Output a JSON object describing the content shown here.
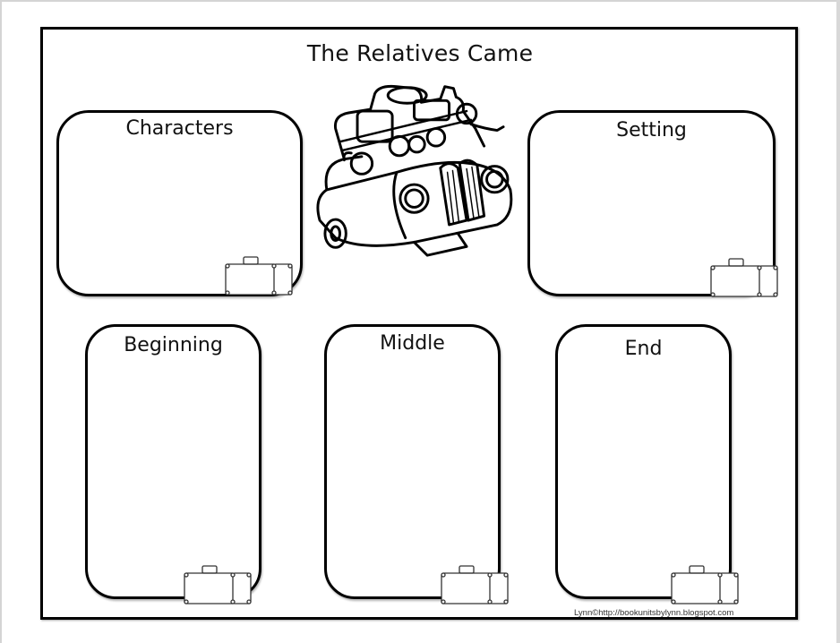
{
  "worksheet": {
    "title": "The Relatives Came",
    "boxes": {
      "characters": {
        "label": "Characters"
      },
      "setting": {
        "label": "Setting"
      },
      "beginning": {
        "label": "Beginning"
      },
      "middle": {
        "label": "Middle"
      },
      "end": {
        "label": "End"
      }
    },
    "illustration": "car-full-of-relatives-with-luggage",
    "decorative_icon": "suitcase-icon",
    "footer": "Lynn©http://bookunitsbylynn.blogspot.com"
  }
}
